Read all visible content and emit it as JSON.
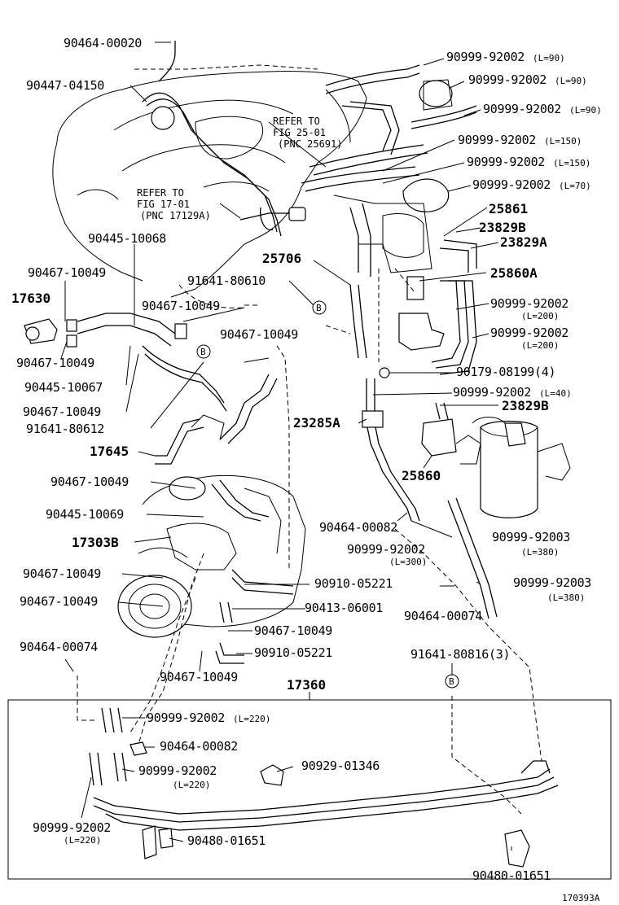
{
  "labels": {
    "p_90464_00020": "90464-00020",
    "p_90447_04150": "90447-04150",
    "p_90999_92002_90a": "90999-92002",
    "p_90999_92002_90b": "90999-92002",
    "p_90999_92002_90c": "90999-92002",
    "sub_l90a": "(L=90)",
    "sub_l90b": "(L=90)",
    "sub_l90c": "(L=90)",
    "p_90999_92002_150a": "90999-92002",
    "p_90999_92002_150b": "90999-92002",
    "sub_l150a": "(L=150)",
    "sub_l150b": "(L=150)",
    "p_90999_92002_70": "90999-92002",
    "sub_l70": "(L=70)",
    "refer1_a": "REFER TO",
    "refer1_b": "FIG 25-01",
    "refer1_c": "(PNC 25691)",
    "refer2_a": "REFER TO",
    "refer2_b": "FIG 17-01",
    "refer2_c": "(PNC 17129A)",
    "p_25861": "25861",
    "p_23829b_top": "23829B",
    "p_23829a": "23829A",
    "p_25860a": "25860A",
    "p_90999_92002_200a": "90999-92002",
    "sub_l200a": "(L=200)",
    "p_90999_92002_200b": "90999-92002",
    "sub_l200b": "(L=200)",
    "p_90179_08199": "90179-08199(4)",
    "p_90999_92002_40": "90999-92002",
    "sub_l40": "(L=40)",
    "p_23829b_mid": "23829B",
    "p_23285a": "23285A",
    "p_25860": "25860",
    "p_90445_10068": "90445-10068",
    "p_25706": "25706",
    "p_90467_10049_a": "90467-10049",
    "p_91641_80610": "91641-80610",
    "p_17630": "17630",
    "p_90467_10049_b": "90467-10049",
    "p_90467_10049_c": "90467-10049",
    "p_90467_10049_d": "90467-10049",
    "p_90445_10067": "90445-10067",
    "p_90467_10049_e": "90467-10049",
    "p_91641_80612": "91641-80612",
    "p_17645": "17645",
    "p_90467_10049_f": "90467-10049",
    "p_90445_10069": "90445-10069",
    "p_17303b": "17303B",
    "p_90467_10049_g": "90467-10049",
    "p_90467_10049_h": "90467-10049",
    "p_90464_00082_a": "90464-00082",
    "p_90999_92002_300": "90999-92002",
    "sub_l300": "(L=300)",
    "p_90999_92003_a": "90999-92003",
    "sub_l380a": "(L=380)",
    "p_90999_92003_b": "90999-92003",
    "sub_l380b": "(L=380)",
    "p_90910_05221_a": "90910-05221",
    "p_90413_06001": "90413-06001",
    "p_90464_00074_a": "90464-00074",
    "p_90467_10049_i": "90467-10049",
    "p_90910_05221_b": "90910-05221",
    "p_90467_10049_j": "90467-10049",
    "p_90464_00074_b": "90464-00074",
    "p_91641_80816": "91641-80816(3)",
    "p_17360": "17360",
    "p_90999_92002_220a": "90999-92002",
    "sub_l220a": "(L=220)",
    "p_90464_00082_b": "90464-00082",
    "p_90999_92002_220b": "90999-92002",
    "sub_l220b": "(L=220)",
    "p_90929_01346": "90929-01346",
    "p_90999_92002_220c": "90999-92002",
    "sub_l220c": "(L=220)",
    "p_90480_01651_a": "90480-01651",
    "p_90480_01651_b": "90480-01651",
    "marker_b": "B",
    "figure_code": "170393A"
  }
}
